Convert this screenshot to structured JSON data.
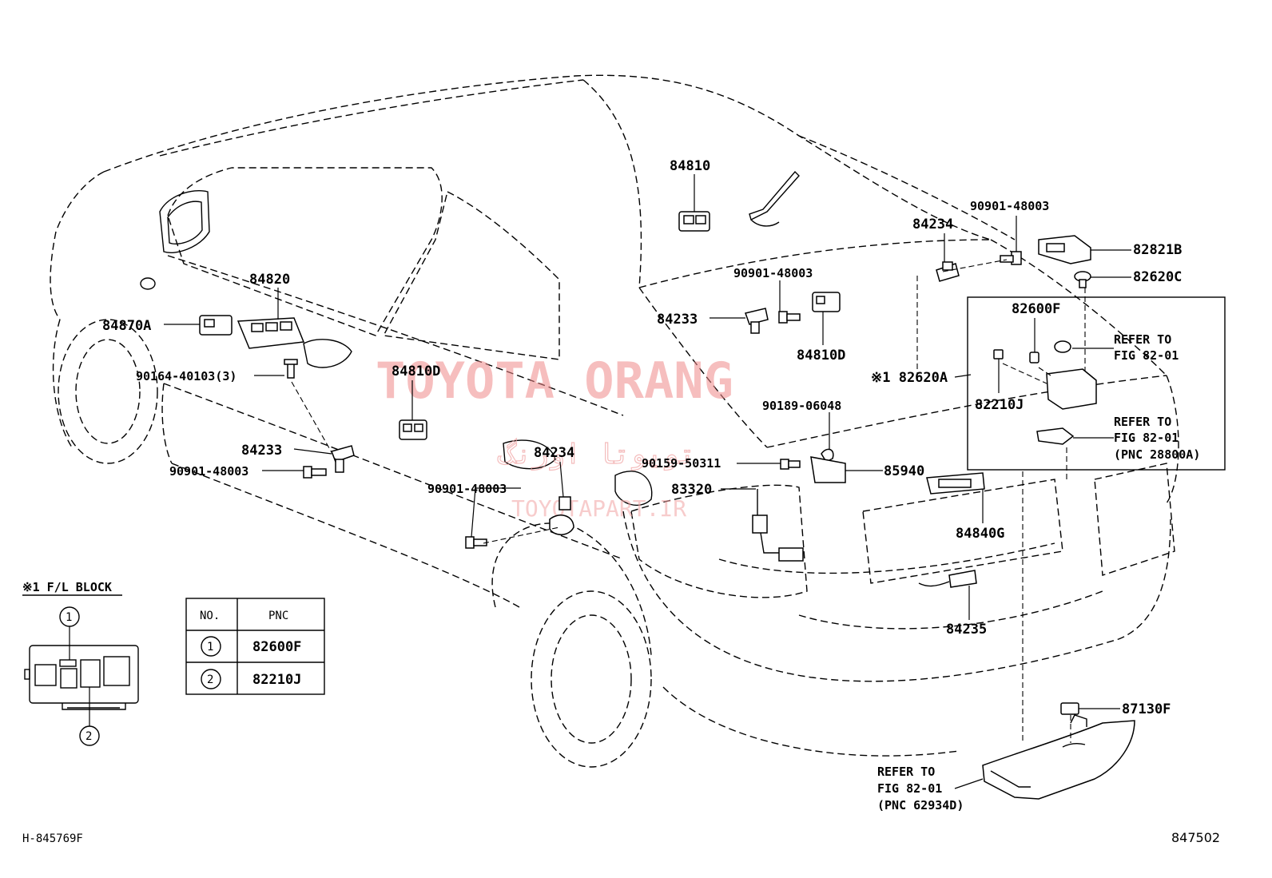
{
  "watermark": {
    "main": "TOYOTA ORANG",
    "persian": "تویوتا اورنگ",
    "site": "TOYOTAPART.IR"
  },
  "labels": {
    "p84810": "84810",
    "p84820": "84820",
    "p84870A": "84870A",
    "p90164": "90164-40103(3)",
    "p84810D_left": "84810D",
    "p84233_left": "84233",
    "p90901_left": "90901-48003",
    "p84234_mid": "84234",
    "p90901_mid": "90901-48003",
    "p90901_top_center": "90901-48003",
    "p84233_center": "84233",
    "p84810D_center": "84810D",
    "p84234_top": "84234",
    "p90901_top_right": "90901-48003",
    "p82821B": "82821B",
    "p82620C": "82620C",
    "p82600F": "82600F",
    "p82210J": "82210J",
    "p82620A": "※1 82620A",
    "p90189": "90189-06048",
    "p90159": "90159-50311",
    "p85940": "85940",
    "p83320": "83320",
    "p84840G": "84840G",
    "p84235": "84235",
    "p87130F": "87130F"
  },
  "refs": {
    "ref1_line1": "REFER TO",
    "ref1_line2": "FIG 82-01",
    "ref2_line1": "REFER TO",
    "ref2_line2": "FIG 82-01",
    "ref2_line3": "(PNC 28800A)",
    "ref3_line1": "REFER TO",
    "ref3_line2": "FIG  82-01",
    "ref3_line3": "(PNC 62934D)"
  },
  "fl_block": {
    "title": "※1 F/L BLOCK",
    "marker1": "1",
    "marker2": "2"
  },
  "table": {
    "header_no": "NO.",
    "header_pnc": "PNC",
    "rows": [
      {
        "no": "1",
        "pnc": "82600F"
      },
      {
        "no": "2",
        "pnc": "82210J"
      }
    ]
  },
  "footer": {
    "left_code": "H-845769F",
    "right_code": "847502"
  }
}
